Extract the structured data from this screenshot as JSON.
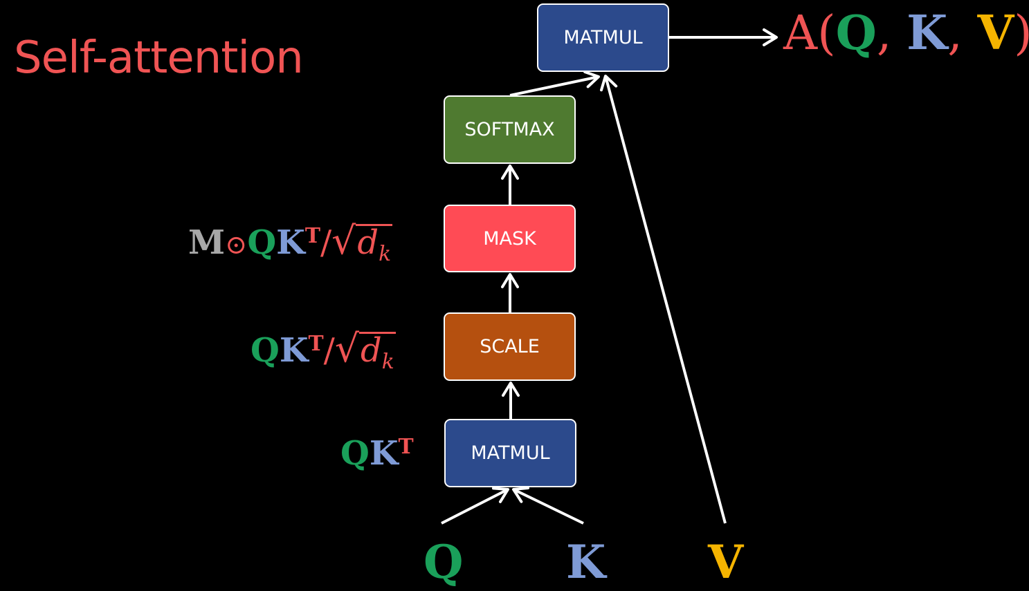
{
  "title": "Self-attention",
  "colors": {
    "red": "#f05454",
    "green": "#1aa05a",
    "blue": "#7f9bd6",
    "gold": "#f5b400",
    "gray": "#a8a8a8",
    "matmul_fill": "#2c4a8c",
    "softmax_fill": "#4f7a30",
    "mask_fill": "#ff4b55",
    "scale_fill": "#b5500f"
  },
  "boxes": {
    "matmul_top": "MATMUL",
    "softmax": "SOFTMAX",
    "mask": "MASK",
    "scale": "SCALE",
    "matmul_bottom": "MATMUL"
  },
  "labels": {
    "masked": {
      "m": "M",
      "odot": "⊙",
      "q": "Q",
      "k": "K",
      "t": "T",
      "slash": "/",
      "sqrt": "√",
      "d": "d",
      "sub": "k"
    },
    "scaled": {
      "q": "Q",
      "k": "K",
      "t": "T",
      "slash": "/",
      "sqrt": "√",
      "d": "d",
      "sub": "k"
    },
    "qkt": {
      "q": "Q",
      "k": "K",
      "t": "T"
    }
  },
  "inputs": {
    "q": "Q",
    "k": "K",
    "v": "V"
  },
  "output": {
    "fn": "A",
    "open": "(",
    "q": "Q",
    "comma1": ",",
    "k": "K",
    "comma2": ",",
    "v": "V",
    "close": ")"
  }
}
